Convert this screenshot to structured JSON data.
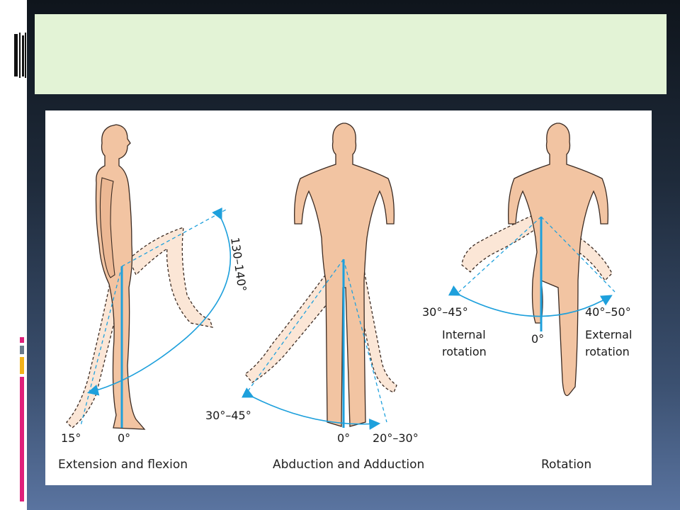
{
  "colors": {
    "slide_top": "#0f151c",
    "slide_bottom": "#5a74a0",
    "title_band": "#e3f3d6",
    "skin": "#f2c4a2",
    "outline": "#3a2a22",
    "measure_line": "#1ea0dc",
    "accent_pink": "#e0207a",
    "accent_yellow": "#f2b21a",
    "accent_gray": "#6a7a8a"
  },
  "figure": {
    "flexion": {
      "caption": "Extension and flexion",
      "angle_max": "130–140°",
      "angle_ext": "15°",
      "zero": "0°"
    },
    "abduction": {
      "caption": "Abduction and Adduction",
      "angle_abd": "30°–45°",
      "angle_add": "20°–30°",
      "zero": "0°"
    },
    "rotation": {
      "caption": "Rotation",
      "angle_internal": "30°–45°",
      "label_internal_1": "Internal",
      "label_internal_2": "rotation",
      "angle_external": "40°–50°",
      "label_external_1": "External",
      "label_external_2": "rotation",
      "zero": "0°"
    }
  }
}
